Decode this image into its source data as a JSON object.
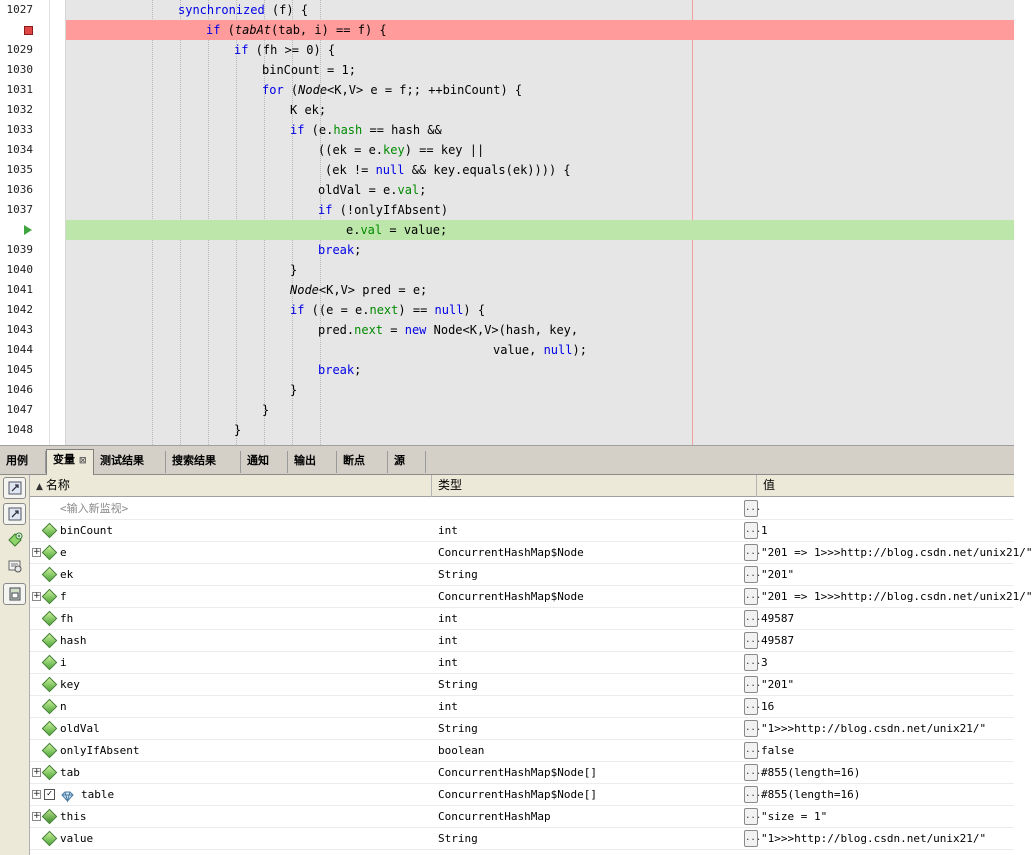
{
  "editor": {
    "lines": [
      {
        "ln": "1027",
        "mark": "",
        "indent": 16,
        "tokens": [
          {
            "t": "synchronized",
            "c": "kw"
          },
          {
            "t": " (f) {"
          }
        ]
      },
      {
        "ln": "",
        "mark": "breakpoint",
        "indent": 20,
        "tokens": [
          {
            "t": "if",
            "c": "kw"
          },
          {
            "t": " ("
          },
          {
            "t": "tabAt",
            "c": "it"
          },
          {
            "t": "(tab, i) == f) {"
          }
        ]
      },
      {
        "ln": "1029",
        "mark": "",
        "indent": 24,
        "tokens": [
          {
            "t": "if",
            "c": "kw"
          },
          {
            "t": " (fh >= 0) {"
          }
        ]
      },
      {
        "ln": "1030",
        "mark": "",
        "indent": 28,
        "tokens": [
          {
            "t": "binCount = 1;"
          }
        ]
      },
      {
        "ln": "1031",
        "mark": "",
        "indent": 28,
        "tokens": [
          {
            "t": "for",
            "c": "kw"
          },
          {
            "t": " ("
          },
          {
            "t": "Node",
            "c": "it"
          },
          {
            "t": "<K,V> e = f;; ++binCount) {"
          }
        ]
      },
      {
        "ln": "1032",
        "mark": "",
        "indent": 32,
        "tokens": [
          {
            "t": "K ek;"
          }
        ]
      },
      {
        "ln": "1033",
        "mark": "",
        "indent": 32,
        "tokens": [
          {
            "t": "if",
            "c": "kw"
          },
          {
            "t": " (e."
          },
          {
            "t": "hash",
            "c": "fld"
          },
          {
            "t": " == hash &&"
          }
        ]
      },
      {
        "ln": "1034",
        "mark": "",
        "indent": 36,
        "tokens": [
          {
            "t": "((ek = e."
          },
          {
            "t": "key",
            "c": "fld"
          },
          {
            "t": ") == key ||"
          }
        ]
      },
      {
        "ln": "1035",
        "mark": "",
        "indent": 37,
        "tokens": [
          {
            "t": "(ek != "
          },
          {
            "t": "null",
            "c": "kw"
          },
          {
            "t": " && key.equals(ek)))) {"
          }
        ]
      },
      {
        "ln": "1036",
        "mark": "",
        "indent": 36,
        "tokens": [
          {
            "t": "oldVal = e."
          },
          {
            "t": "val",
            "c": "fld"
          },
          {
            "t": ";"
          }
        ]
      },
      {
        "ln": "1037",
        "mark": "",
        "indent": 36,
        "tokens": [
          {
            "t": "if",
            "c": "kw"
          },
          {
            "t": " (!onlyIfAbsent)"
          }
        ]
      },
      {
        "ln": "",
        "mark": "pc",
        "indent": 40,
        "tokens": [
          {
            "t": "e."
          },
          {
            "t": "val",
            "c": "fld"
          },
          {
            "t": " = value;"
          }
        ]
      },
      {
        "ln": "1039",
        "mark": "",
        "indent": 36,
        "tokens": [
          {
            "t": "break",
            "c": "kw"
          },
          {
            "t": ";"
          }
        ]
      },
      {
        "ln": "1040",
        "mark": "",
        "indent": 32,
        "tokens": [
          {
            "t": "}"
          }
        ]
      },
      {
        "ln": "1041",
        "mark": "",
        "indent": 32,
        "tokens": [
          {
            "t": "Node",
            "c": "it"
          },
          {
            "t": "<K,V> pred = e;"
          }
        ]
      },
      {
        "ln": "1042",
        "mark": "",
        "indent": 32,
        "tokens": [
          {
            "t": "if",
            "c": "kw"
          },
          {
            "t": " ((e = e."
          },
          {
            "t": "next",
            "c": "fld"
          },
          {
            "t": ") == "
          },
          {
            "t": "null",
            "c": "kw"
          },
          {
            "t": ") {"
          }
        ]
      },
      {
        "ln": "1043",
        "mark": "",
        "indent": 36,
        "tokens": [
          {
            "t": "pred."
          },
          {
            "t": "next",
            "c": "fld"
          },
          {
            "t": " = "
          },
          {
            "t": "new",
            "c": "kw"
          },
          {
            "t": " Node<K,V>(hash, key,"
          }
        ]
      },
      {
        "ln": "1044",
        "mark": "",
        "indent": 61,
        "tokens": [
          {
            "t": "value, "
          },
          {
            "t": "null",
            "c": "kw"
          },
          {
            "t": ");"
          }
        ]
      },
      {
        "ln": "1045",
        "mark": "",
        "indent": 36,
        "tokens": [
          {
            "t": "break",
            "c": "kw"
          },
          {
            "t": ";"
          }
        ]
      },
      {
        "ln": "1046",
        "mark": "",
        "indent": 32,
        "tokens": [
          {
            "t": "}"
          }
        ]
      },
      {
        "ln": "1047",
        "mark": "",
        "indent": 28,
        "tokens": [
          {
            "t": "}"
          }
        ]
      },
      {
        "ln": "1048",
        "mark": "",
        "indent": 24,
        "tokens": [
          {
            "t": "}"
          }
        ]
      }
    ]
  },
  "tabs": [
    {
      "label": "用例",
      "active": false
    },
    {
      "label": "变量",
      "active": true,
      "close": "⊠"
    },
    {
      "label": "测试结果",
      "active": false
    },
    {
      "label": "搜索结果",
      "active": false
    },
    {
      "label": "通知",
      "active": false
    },
    {
      "label": "输出",
      "active": false
    },
    {
      "label": "断点",
      "active": false
    },
    {
      "label": "源",
      "active": false
    }
  ],
  "variables": {
    "columns": {
      "name": "名称",
      "type": "类型",
      "value": "值"
    },
    "watch_placeholder": "<输入新监视>",
    "ellipsis": "...",
    "rows": [
      {
        "name": "binCount",
        "type": "int",
        "value": "1",
        "expandable": false,
        "icon": "variable-icon"
      },
      {
        "name": "e",
        "type": "ConcurrentHashMap$Node",
        "value": "\"201 => 1>>>http://blog.csdn.net/unix21/\"",
        "expandable": true,
        "icon": "variable-icon"
      },
      {
        "name": "ek",
        "type": "String",
        "value": "\"201\"",
        "expandable": false,
        "icon": "variable-icon"
      },
      {
        "name": "f",
        "type": "ConcurrentHashMap$Node",
        "value": "\"201 => 1>>>http://blog.csdn.net/unix21/\"",
        "expandable": true,
        "icon": "variable-icon"
      },
      {
        "name": "fh",
        "type": "int",
        "value": "49587",
        "expandable": false,
        "icon": "variable-icon"
      },
      {
        "name": "hash",
        "type": "int",
        "value": "49587",
        "expandable": false,
        "icon": "variable-icon"
      },
      {
        "name": "i",
        "type": "int",
        "value": "3",
        "expandable": false,
        "icon": "variable-icon"
      },
      {
        "name": "key",
        "type": "String",
        "value": "\"201\"",
        "expandable": false,
        "icon": "variable-icon"
      },
      {
        "name": "n",
        "type": "int",
        "value": "16",
        "expandable": false,
        "icon": "variable-icon"
      },
      {
        "name": "oldVal",
        "type": "String",
        "value": "\"1>>>http://blog.csdn.net/unix21/\"",
        "expandable": false,
        "icon": "variable-icon"
      },
      {
        "name": "onlyIfAbsent",
        "type": "boolean",
        "value": "false",
        "expandable": false,
        "icon": "variable-icon"
      },
      {
        "name": "tab",
        "type": "ConcurrentHashMap$Node[]",
        "value": "#855(length=16)",
        "expandable": true,
        "icon": "variable-icon"
      },
      {
        "name": "table",
        "type": "ConcurrentHashMap$Node[]",
        "value": "#855(length=16)",
        "expandable": true,
        "icon": "field-icon",
        "checkbox": true
      },
      {
        "name": "this",
        "type": "ConcurrentHashMap",
        "value": "\"size = 1\"",
        "expandable": true,
        "icon": "this-icon"
      },
      {
        "name": "value",
        "type": "String",
        "value": "\"1>>>http://blog.csdn.net/unix21/\"",
        "expandable": false,
        "icon": "variable-icon"
      }
    ]
  },
  "colors": {
    "breakpoint_line": "#ff9b9b",
    "current_line": "#bde6aa",
    "keyword": "#0000e6",
    "field": "#008a00"
  },
  "side_toolbar": [
    "show-static-icon",
    "show-inherited-icon",
    "new-watch-icon",
    "add-to-watch-icon",
    "show-values-icon"
  ]
}
